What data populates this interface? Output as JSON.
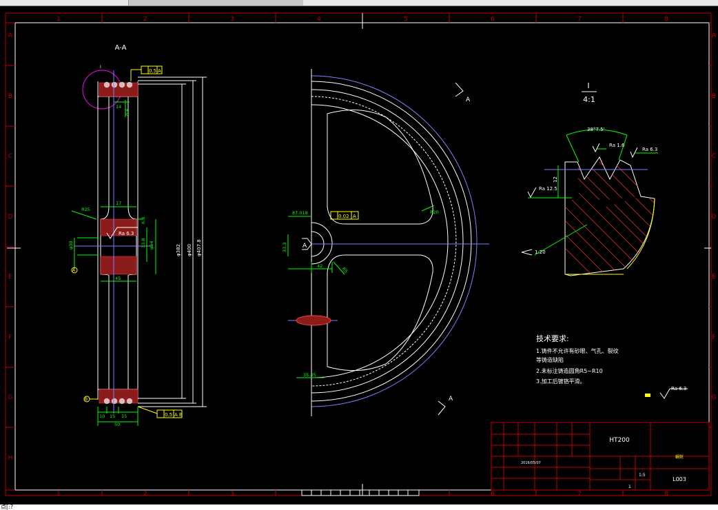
{
  "tabbar": {
    "tabs": [
      "",
      "",
      "",
      "",
      "",
      ""
    ]
  },
  "frame": {
    "col_labels": [
      "1",
      "2",
      "3",
      "4",
      "5",
      "6",
      "7",
      "8"
    ],
    "row_labels": [
      "A",
      "B",
      "C",
      "D",
      "E",
      "F",
      "G",
      "H"
    ]
  },
  "section_view": {
    "title": "A-A",
    "detail_mark": "I",
    "tol_top": "0.5",
    "tol_top_ref": "A",
    "tol_bottom": "0.5",
    "tol_bottom_ref": "A B",
    "dim_14": "14",
    "dim_84": "8.4",
    "dim_17": "17",
    "dim_68": "6.8",
    "dim_45": "45",
    "dim_382": "φ382",
    "dim_400": "φ400",
    "dim_4078": "φ407.8",
    "dim_54": "φ54",
    "dim_338": "33.8",
    "dim_30": "φ30",
    "roughness_hub": "Ra 6.3",
    "roughness_left": "R25",
    "datum_a": "A",
    "datum_b": "B",
    "dim_10": "10",
    "dim_15a": "15",
    "dim_15b": "15",
    "dim_50": "50"
  },
  "front_view": {
    "dim_87": "87.018",
    "tol_flat": "0.02",
    "tol_flat_ref": "A",
    "dim_338": "33.3",
    "label_a": "A",
    "dim_42": "42",
    "dim_r20": "R20",
    "dim_r5": "R5",
    "dim_3535": "35.35",
    "arrow_a_top": "A",
    "arrow_a_bottom": "A"
  },
  "detail_view": {
    "label_i": "I",
    "scale": "4:1",
    "angle": "38°7.5'",
    "ra16": "Ra 1.6",
    "ra63": "Ra 6.3",
    "ra125": "Ra 12.5",
    "dim_12": "12",
    "slope": "1:20"
  },
  "notes": {
    "title": "技术要求:",
    "line1": "1.铸件不允许有砂眼、气孔、裂纹",
    "line2": "等铸造缺陷",
    "line3": "2.未标注铸造圆角R5~R10",
    "line4": "3.加工后镀铬平滑。",
    "other_roughness": "Ra 6.3"
  },
  "title_block": {
    "material": "HT200",
    "date": "2016/05/07",
    "scale": "1:5",
    "drawing_no": "L003",
    "part_name": "蜗轮",
    "sheet": "1"
  },
  "cmdline": {
    "text": "点[:?"
  }
}
